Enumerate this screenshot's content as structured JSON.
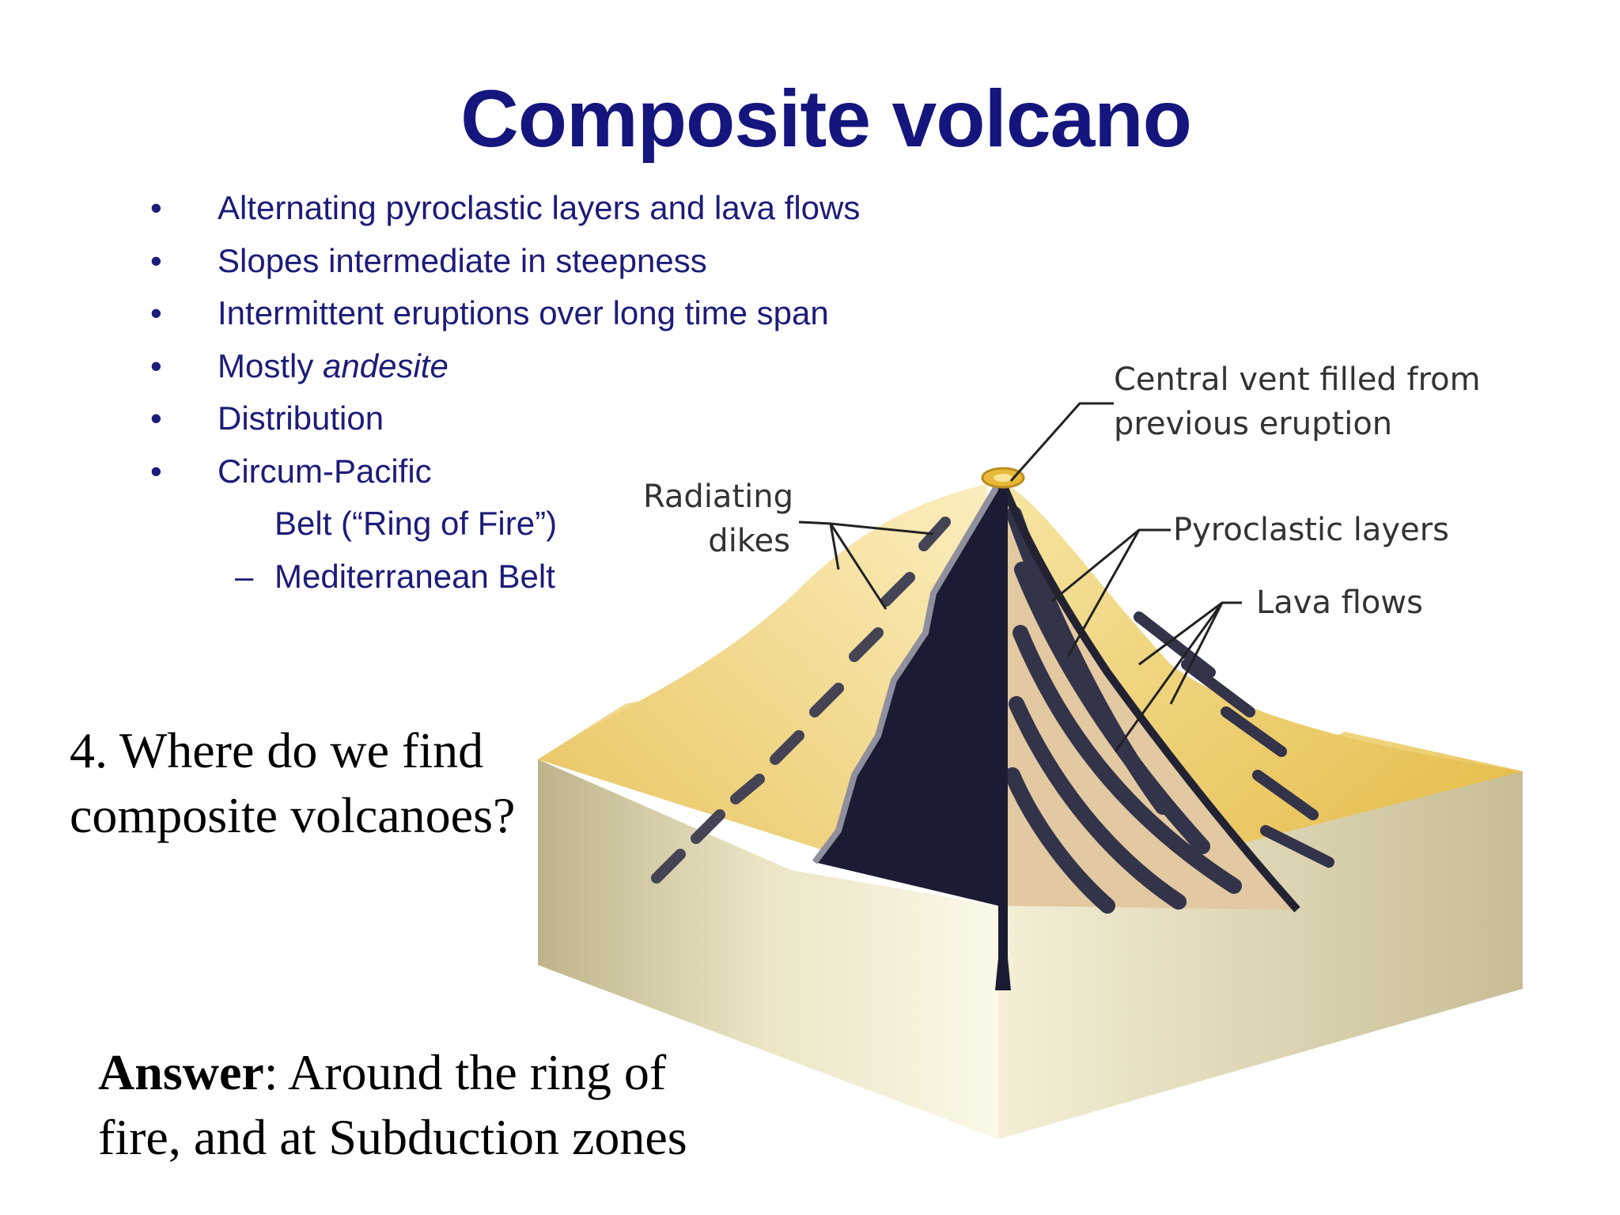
{
  "title": "Composite volcano",
  "bullets": [
    {
      "marker": "•",
      "text": "Alternating pyroclastic layers and lava flows"
    },
    {
      "marker": "•",
      "text": "Slopes intermediate in steepness"
    },
    {
      "marker": "•",
      "text": "Intermittent eruptions over long time span"
    },
    {
      "marker": "•",
      "text_before": "Mostly ",
      "text_italic": "andesite"
    },
    {
      "marker": "•",
      "text": "Distribution"
    },
    {
      "marker": "•",
      "text": "Circum-Pacific"
    },
    {
      "marker": "",
      "text": "Belt (“Ring of Fire”)"
    },
    {
      "marker": "–",
      "text": "Mediterranean Belt"
    }
  ],
  "diagram": {
    "labels": {
      "central_vent_line1": "Central vent filled from",
      "central_vent_line2": "previous eruption",
      "radiating_line1": "Radiating",
      "radiating_line2": "dikes",
      "pyroclastic": "Pyroclastic layers",
      "lava": "Lava flows"
    },
    "colors": {
      "sand": "#f2d57a",
      "sand_dark": "#d9ad3c",
      "magma": "#1b1c33",
      "block_side": "#ece6c4",
      "layer_light": "#e3c9a1",
      "layer_dark": "#33334a"
    }
  },
  "question": {
    "line1": "4. Where do we find",
    "line2": "composite volcanoes?"
  },
  "answer": {
    "label": "Answer",
    "line1_rest": ": Around the ring of",
    "line2": "fire, and at Subduction zones"
  }
}
